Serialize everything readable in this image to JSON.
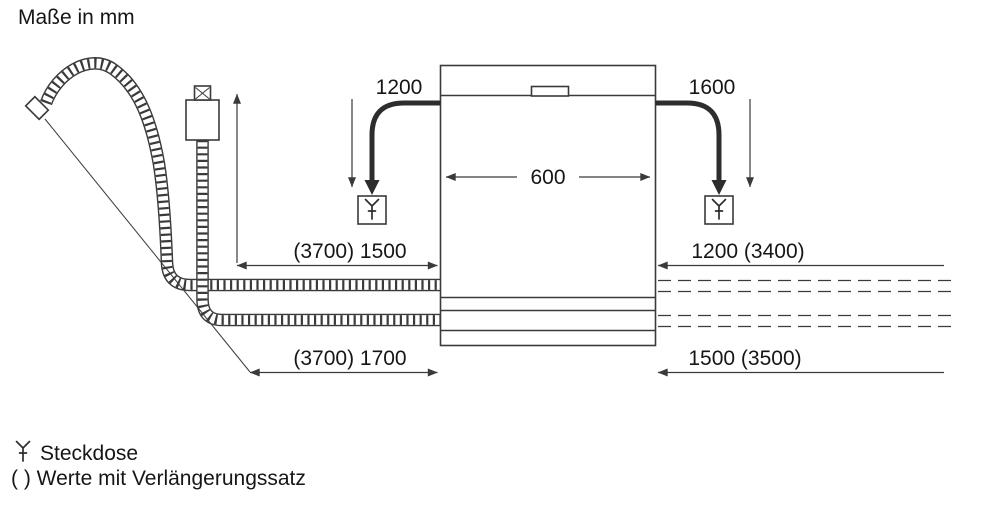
{
  "title": "Maße in mm",
  "units": "mm",
  "appliance": "dishwasher-front-view",
  "dimensions": {
    "width": "600",
    "cord_left": "1200",
    "cord_right": "1600",
    "upper_left": "(3700) 1500",
    "upper_right": "1200 (3400)",
    "lower_left": "(3700) 1700",
    "lower_right": "1500 (3500)"
  },
  "legend": {
    "socket_icon": "power-socket-icon",
    "socket": "Steckdose",
    "note": "( ) Werte mit Verlängerungssatz"
  },
  "colors": {
    "line": "#3a3a3a",
    "text": "#161616",
    "background": "#ffffff"
  }
}
